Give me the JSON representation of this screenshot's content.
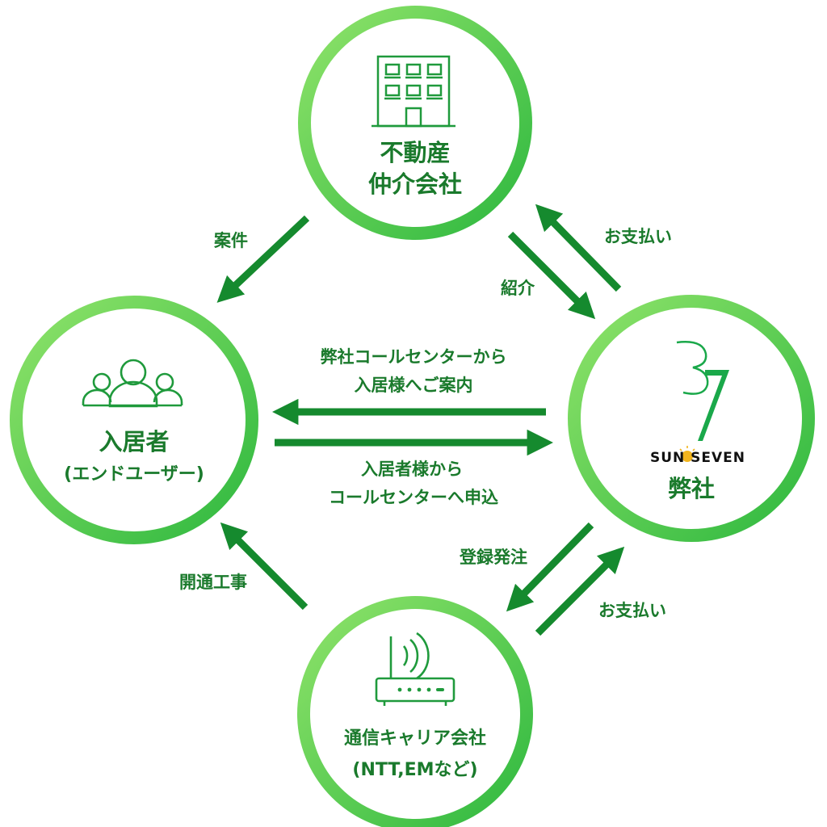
{
  "colors": {
    "text": "#1a7a2c",
    "arrow": "#158a2e",
    "ring_light": "#8fe36a",
    "ring_dark": "#2eb83f",
    "icon": "#1f9a3c",
    "logo": "#1aa84a"
  },
  "nodes": {
    "agency": {
      "line1": "不動産",
      "line2": "仲介会社",
      "icon": "building-icon"
    },
    "resident": {
      "line1": "入居者",
      "line2": "(エンドユーザー)",
      "icon": "users-icon"
    },
    "company": {
      "line1": "弊社",
      "logo_text": "SUN SEVEN",
      "icon": "sun-seven-logo"
    },
    "carrier": {
      "line1": "通信キャリア会社",
      "line2": "(NTT,EMなど)",
      "icon": "router-icon"
    }
  },
  "flows": {
    "agency_to_resident": "案件",
    "agency_to_company": "紹介",
    "company_to_agency": "お支払い",
    "company_to_resident": {
      "line1": "弊社コールセンターから",
      "line2": "入居様へご案内"
    },
    "resident_to_company": {
      "line1": "入居者様から",
      "line2": "コールセンターへ申込"
    },
    "company_to_carrier": "登録発注",
    "carrier_to_company": "お支払い",
    "carrier_to_resident": "開通工事"
  }
}
